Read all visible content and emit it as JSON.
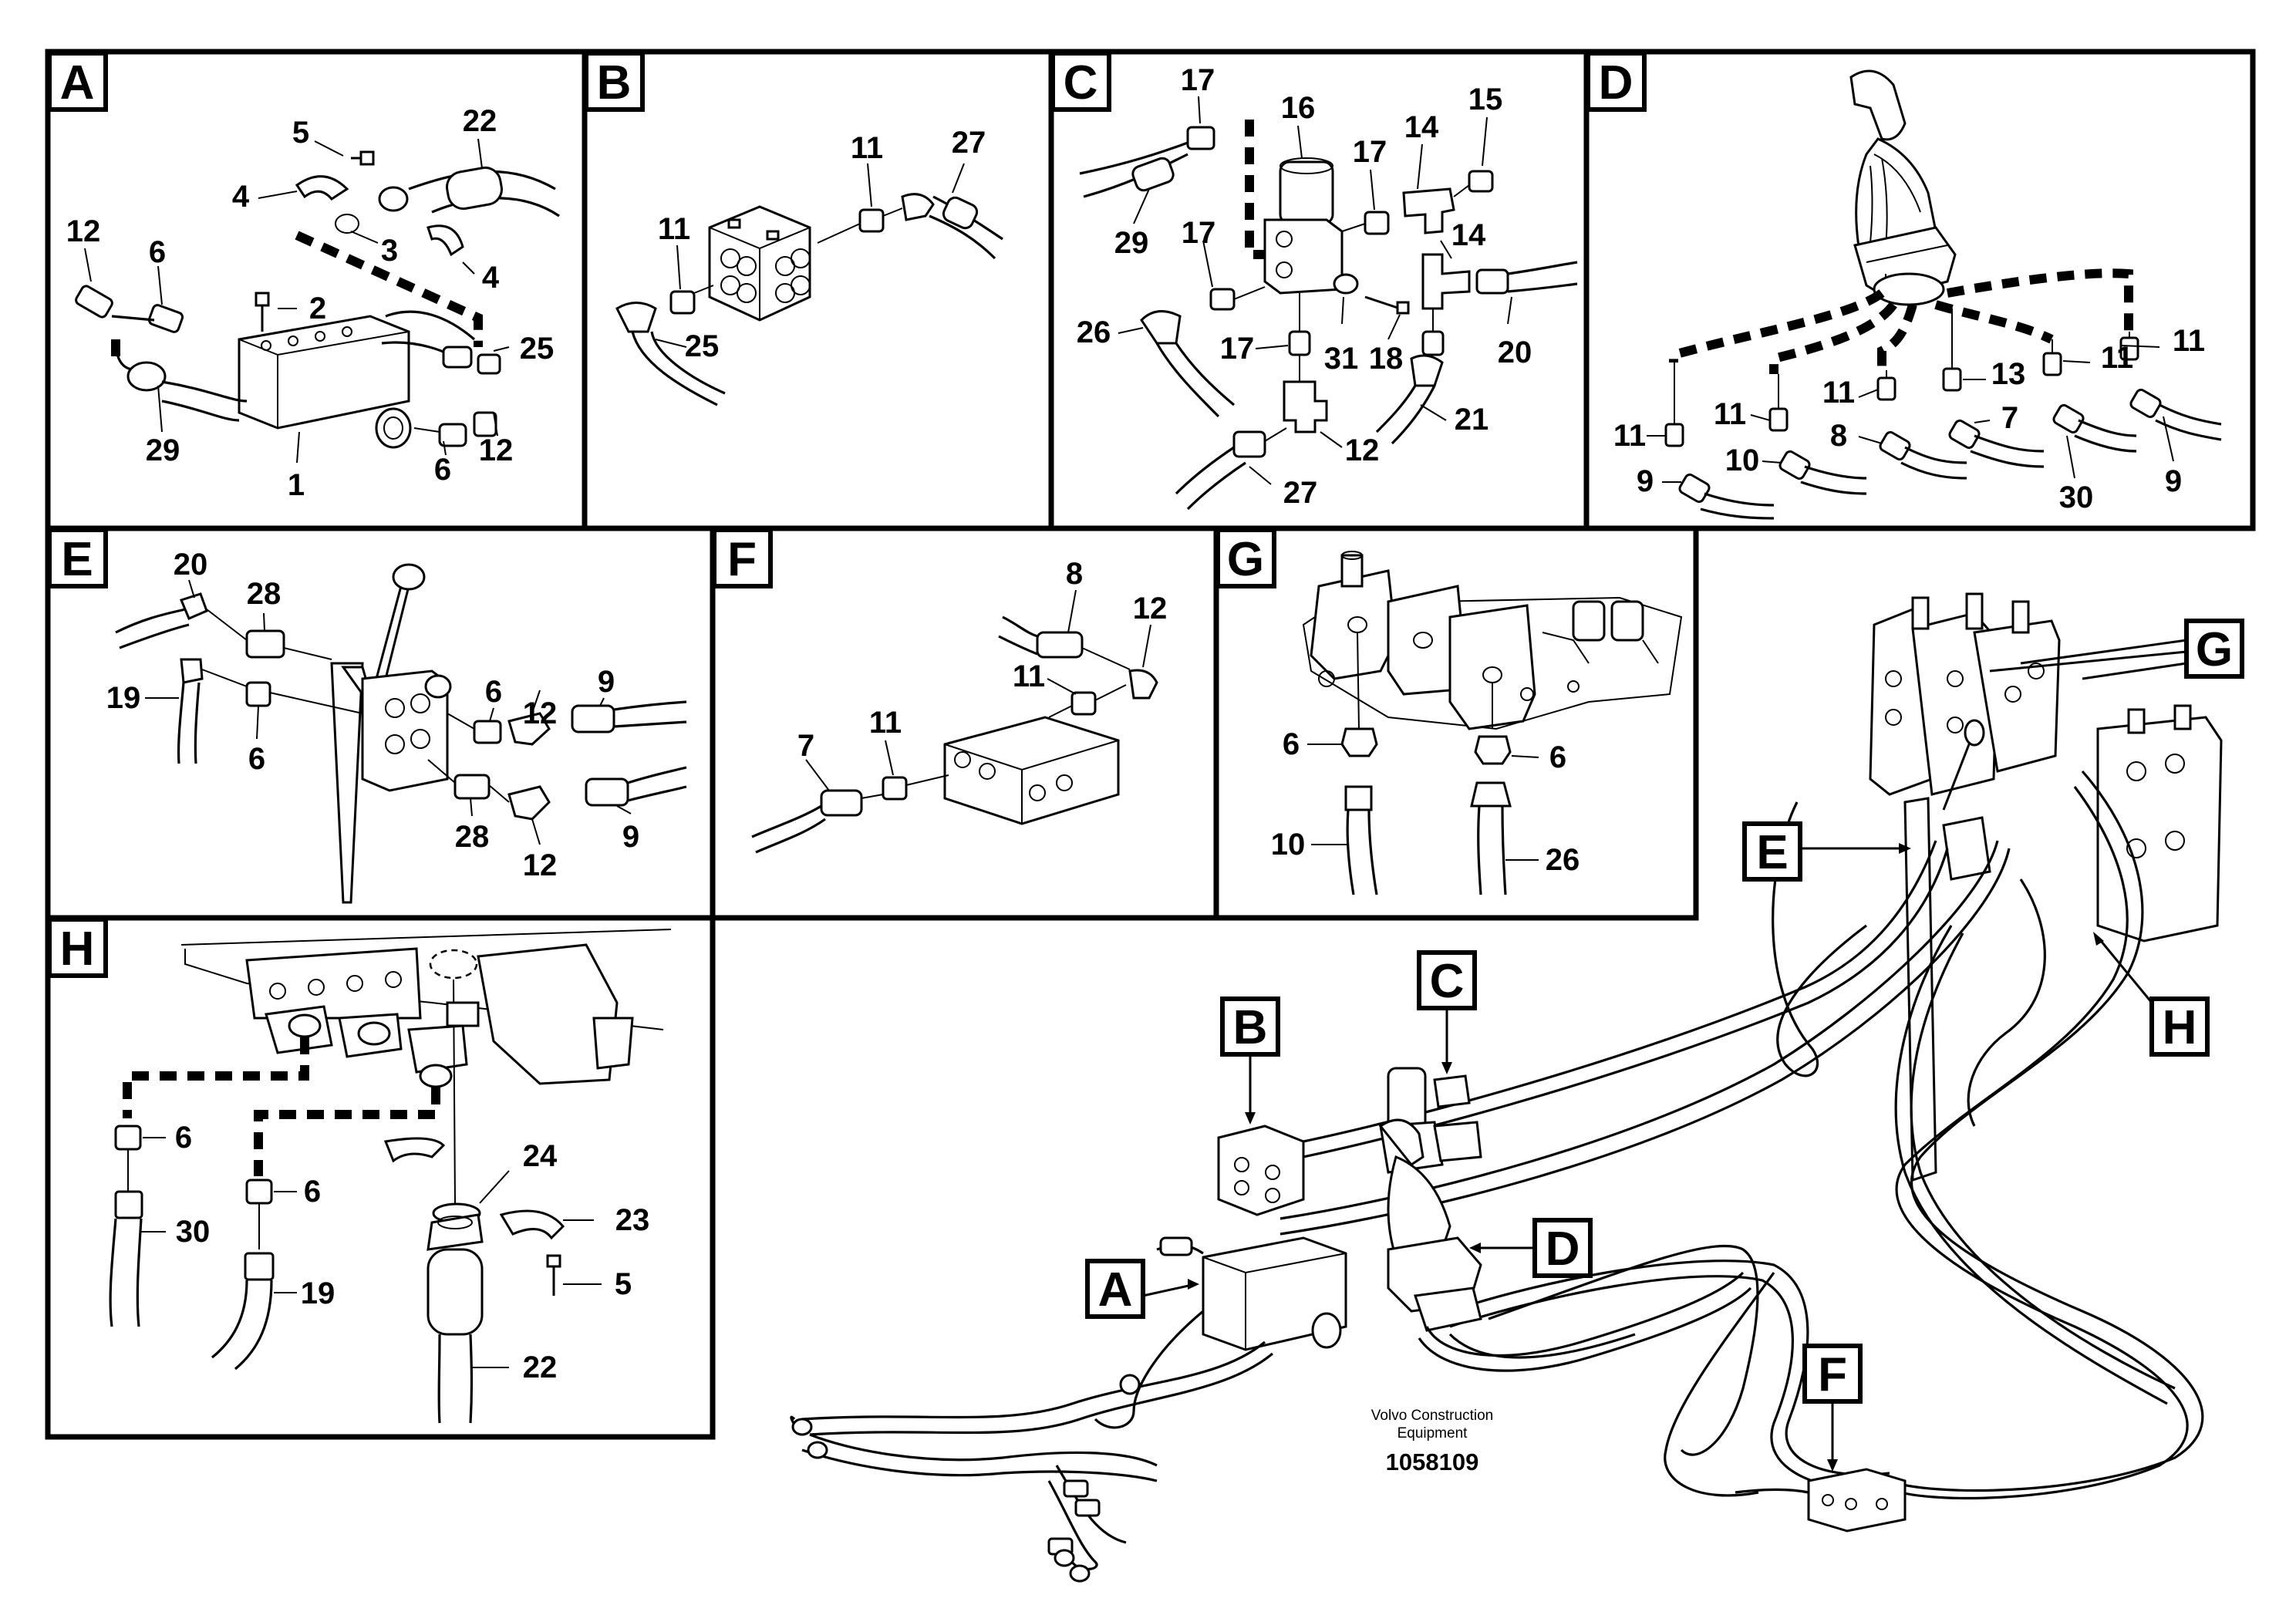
{
  "panels": [
    {
      "id": "A",
      "label": "A",
      "callouts": [
        "5",
        "22",
        "4",
        "3",
        "4",
        "12",
        "6",
        "2",
        "25",
        "29",
        "1",
        "6",
        "12"
      ]
    },
    {
      "id": "B",
      "label": "B",
      "callouts": [
        "11",
        "27",
        "11",
        "25"
      ]
    },
    {
      "id": "C",
      "label": "C",
      "callouts": [
        "17",
        "16",
        "14",
        "15",
        "17",
        "29",
        "17",
        "14",
        "26",
        "17",
        "31",
        "18",
        "20",
        "21",
        "12",
        "27"
      ]
    },
    {
      "id": "D",
      "label": "D",
      "callouts": [
        "11",
        "11",
        "13",
        "11",
        "11",
        "11",
        "8",
        "7",
        "9",
        "10",
        "30",
        "9"
      ]
    },
    {
      "id": "E",
      "label": "E",
      "callouts": [
        "20",
        "28",
        "19",
        "6",
        "6",
        "12",
        "9",
        "28",
        "12",
        "9"
      ]
    },
    {
      "id": "F",
      "label": "F",
      "callouts": [
        "8",
        "12",
        "11",
        "7",
        "11"
      ]
    },
    {
      "id": "G",
      "label": "G",
      "callouts": [
        "6",
        "6",
        "10",
        "26"
      ]
    },
    {
      "id": "H",
      "label": "H",
      "callouts": [
        "6",
        "30",
        "6",
        "19",
        "24",
        "23",
        "5",
        "22"
      ]
    }
  ],
  "overview": {
    "view_labels": [
      "A",
      "B",
      "C",
      "D",
      "E",
      "F",
      "G",
      "H"
    ]
  },
  "watermark": {
    "company": "Volvo Construction",
    "company_line2": "Equipment",
    "number": "1058109"
  }
}
